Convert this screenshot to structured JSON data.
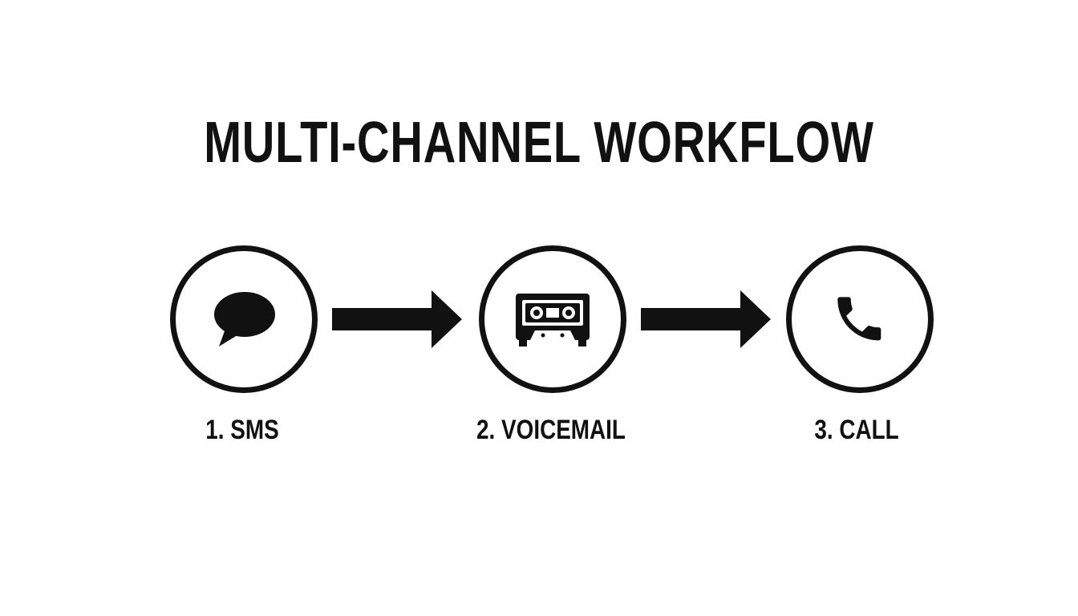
{
  "title": "MULTI-CHANNEL WORKFLOW",
  "steps": [
    {
      "label": "1. SMS",
      "icon": "speech-bubble-icon"
    },
    {
      "label": "2. VOICEMAIL",
      "icon": "cassette-tape-icon"
    },
    {
      "label": "3. CALL",
      "icon": "phone-handset-icon"
    }
  ],
  "connectors": [
    "arrow-right-icon",
    "arrow-right-icon"
  ],
  "colors": {
    "foreground": "#111111",
    "background": "#ffffff"
  }
}
